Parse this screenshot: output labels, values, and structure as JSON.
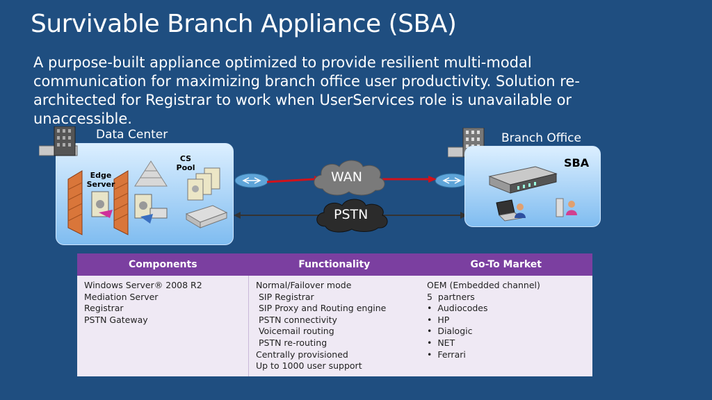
{
  "slide": {
    "title": "Survivable Branch Appliance (SBA)",
    "subtitle": "A purpose-built appliance optimized to provide resilient multi-modal communication for maximizing branch office user productivity. Solution re-architected for Registrar to work when UserServices role is unavailable or unaccessible."
  },
  "diagram": {
    "data_center_label": "Data Center",
    "branch_office_label": "Branch Office",
    "edge_server_label": "Edge Server",
    "cs_pool_label": "CS Pool",
    "sba_label": "SBA",
    "wan_label": "WAN",
    "pstn_label": "PSTN",
    "colors": {
      "wan_link": "#d0121b",
      "pstn_link": "#333333"
    }
  },
  "table": {
    "headers": [
      "Components",
      "Functionality",
      "Go-To Market"
    ],
    "components": [
      "Windows Server® 2008 R2",
      "Mediation Server",
      "Registrar",
      "PSTN Gateway"
    ],
    "functionality": [
      "Normal/Failover mode",
      " SIP Registrar",
      " SIP Proxy and Routing engine",
      " PSTN connectivity",
      " Voicemail routing",
      " PSTN re-routing",
      "Centrally provisioned",
      "Up to 1000 user support"
    ],
    "go_to_market": [
      "OEM (Embedded channel)",
      "5  partners",
      "•  Audiocodes",
      "•  HP",
      "•  Dialogic",
      "•  NET",
      "•  Ferrari"
    ]
  }
}
